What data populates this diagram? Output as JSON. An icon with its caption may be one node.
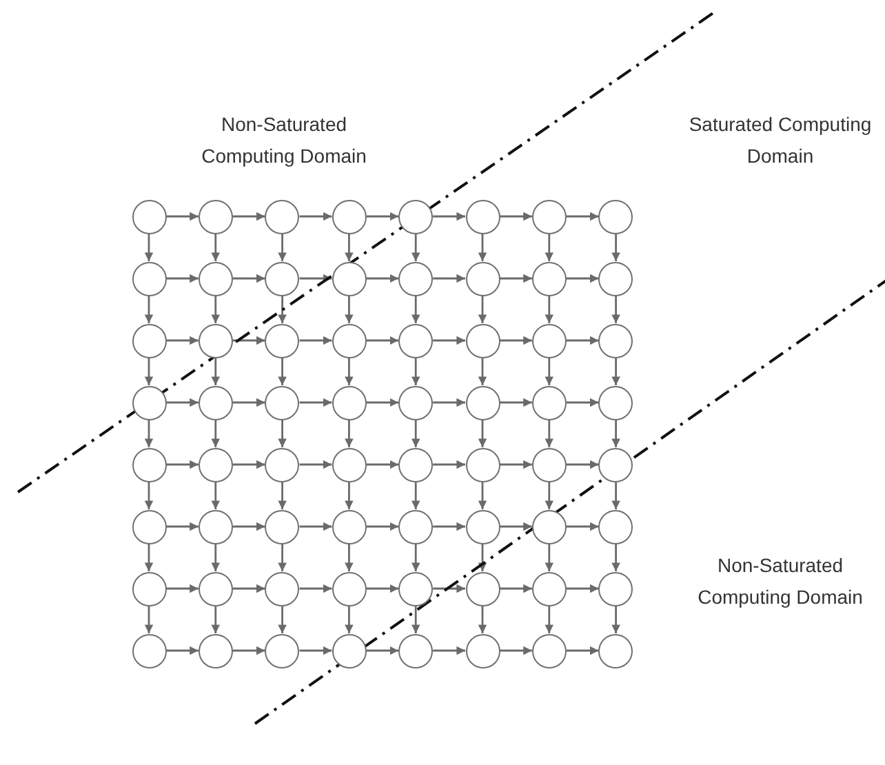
{
  "diagram": {
    "nodes": [
      {
        "text": [],
        "shape": "circle"
      },
      {
        "text": [],
        "shape": "circle"
      },
      {
        "text": [],
        "shape": "circle"
      },
      {
        "text": [],
        "shape": "circle"
      },
      {
        "text": [],
        "shape": "circle"
      },
      {
        "text": [],
        "shape": "circle"
      },
      {
        "text": [],
        "shape": "circle"
      },
      {
        "text": [],
        "shape": "circle"
      },
      {
        "text": [],
        "shape": "circle"
      },
      {
        "text": [],
        "shape": "circle"
      },
      {
        "text": [],
        "shape": "circle"
      },
      {
        "text": [],
        "shape": "circle"
      },
      {
        "text": [],
        "shape": "circle"
      },
      {
        "text": [],
        "shape": "circle"
      },
      {
        "text": [],
        "shape": "circle"
      },
      {
        "text": [],
        "shape": "circle"
      },
      {
        "text": [],
        "shape": "circle"
      },
      {
        "text": [],
        "shape": "circle"
      },
      {
        "text": [],
        "shape": "circle"
      },
      {
        "text": [],
        "shape": "circle"
      },
      {
        "text": [],
        "shape": "circle"
      },
      {
        "text": [],
        "shape": "circle"
      },
      {
        "text": [],
        "shape": "circle"
      },
      {
        "text": [],
        "shape": "circle"
      },
      {
        "text": [],
        "shape": "circle"
      },
      {
        "text": [],
        "shape": "circle"
      },
      {
        "text": [],
        "shape": "circle"
      },
      {
        "text": [],
        "shape": "circle"
      },
      {
        "text": [],
        "shape": "circle"
      },
      {
        "text": [],
        "shape": "circle"
      },
      {
        "text": [],
        "shape": "circle"
      },
      {
        "text": [],
        "shape": "circle"
      },
      {
        "text": [],
        "shape": "circle"
      },
      {
        "text": [],
        "shape": "circle"
      },
      {
        "text": [],
        "shape": "circle"
      },
      {
        "text": [],
        "shape": "circle"
      },
      {
        "text": [],
        "shape": "circle"
      },
      {
        "text": [],
        "shape": "circle"
      },
      {
        "text": [],
        "shape": "circle"
      },
      {
        "text": [],
        "shape": "circle"
      },
      {
        "text": [],
        "shape": "circle"
      },
      {
        "text": [],
        "shape": "circle"
      },
      {
        "text": [],
        "shape": "circle"
      },
      {
        "text": [],
        "shape": "circle"
      },
      {
        "text": [],
        "shape": "circle"
      },
      {
        "text": [],
        "shape": "circle"
      },
      {
        "text": [],
        "shape": "circle"
      },
      {
        "text": [],
        "shape": "circle"
      },
      {
        "text": [],
        "shape": "circle"
      },
      {
        "text": [],
        "shape": "circle"
      },
      {
        "text": [],
        "shape": "circle"
      },
      {
        "text": [],
        "shape": "circle"
      },
      {
        "text": [],
        "shape": "circle"
      },
      {
        "text": [],
        "shape": "circle"
      },
      {
        "text": [],
        "shape": "circle"
      },
      {
        "text": [],
        "shape": "circle"
      },
      {
        "text": [],
        "shape": "circle"
      },
      {
        "text": [],
        "shape": "circle"
      },
      {
        "text": [],
        "shape": "circle"
      },
      {
        "text": [],
        "shape": "circle"
      },
      {
        "text": [],
        "shape": "circle"
      },
      {
        "text": [],
        "shape": "circle"
      },
      {
        "text": [],
        "shape": "circle"
      },
      {
        "text": [],
        "shape": "circle"
      }
    ],
    "edges": [
      {
        "from": 0,
        "to": 1,
        "arrow": "to"
      },
      {
        "from": 0,
        "to": 8,
        "arrow": "to"
      },
      {
        "from": 1,
        "to": 2,
        "arrow": "to"
      },
      {
        "from": 1,
        "to": 9,
        "arrow": "to"
      },
      {
        "from": 2,
        "to": 3,
        "arrow": "to"
      },
      {
        "from": 2,
        "to": 10,
        "arrow": "to"
      },
      {
        "from": 3,
        "to": 4,
        "arrow": "to"
      },
      {
        "from": 3,
        "to": 11,
        "arrow": "to"
      },
      {
        "from": 4,
        "to": 5,
        "arrow": "to"
      },
      {
        "from": 4,
        "to": 12,
        "arrow": "to"
      },
      {
        "from": 5,
        "to": 6,
        "arrow": "to"
      },
      {
        "from": 5,
        "to": 13,
        "arrow": "to"
      },
      {
        "from": 6,
        "to": 7,
        "arrow": "to"
      },
      {
        "from": 6,
        "to": 14,
        "arrow": "to"
      },
      {
        "from": 7,
        "to": 15,
        "arrow": "to"
      },
      {
        "from": 8,
        "to": 9,
        "arrow": "to"
      },
      {
        "from": 8,
        "to": 16,
        "arrow": "to"
      },
      {
        "from": 9,
        "to": 10,
        "arrow": "to"
      },
      {
        "from": 9,
        "to": 17,
        "arrow": "to"
      },
      {
        "from": 10,
        "to": 11,
        "arrow": "to"
      },
      {
        "from": 10,
        "to": 18,
        "arrow": "to"
      },
      {
        "from": 11,
        "to": 12,
        "arrow": "to"
      },
      {
        "from": 11,
        "to": 19,
        "arrow": "to"
      },
      {
        "from": 12,
        "to": 13,
        "arrow": "to"
      },
      {
        "from": 12,
        "to": 20,
        "arrow": "to"
      },
      {
        "from": 13,
        "to": 14,
        "arrow": "to"
      },
      {
        "from": 13,
        "to": 21,
        "arrow": "to"
      },
      {
        "from": 14,
        "to": 15,
        "arrow": "to"
      },
      {
        "from": 14,
        "to": 22,
        "arrow": "to"
      },
      {
        "from": 15,
        "to": 23,
        "arrow": "to"
      },
      {
        "from": 16,
        "to": 17,
        "arrow": "to"
      },
      {
        "from": 16,
        "to": 24,
        "arrow": "to"
      },
      {
        "from": 17,
        "to": 18,
        "arrow": "to"
      },
      {
        "from": 17,
        "to": 25,
        "arrow": "to"
      },
      {
        "from": 18,
        "to": 19,
        "arrow": "to"
      },
      {
        "from": 18,
        "to": 26,
        "arrow": "to"
      },
      {
        "from": 19,
        "to": 20,
        "arrow": "to"
      },
      {
        "from": 19,
        "to": 27,
        "arrow": "to"
      },
      {
        "from": 20,
        "to": 21,
        "arrow": "to"
      },
      {
        "from": 20,
        "to": 28,
        "arrow": "to"
      },
      {
        "from": 21,
        "to": 22,
        "arrow": "to"
      },
      {
        "from": 21,
        "to": 29,
        "arrow": "to"
      },
      {
        "from": 22,
        "to": 23,
        "arrow": "to"
      },
      {
        "from": 22,
        "to": 30,
        "arrow": "to"
      },
      {
        "from": 23,
        "to": 31,
        "arrow": "to"
      },
      {
        "from": 24,
        "to": 25,
        "arrow": "to"
      },
      {
        "from": 24,
        "to": 32,
        "arrow": "to"
      },
      {
        "from": 25,
        "to": 26,
        "arrow": "to"
      },
      {
        "from": 25,
        "to": 33,
        "arrow": "to"
      },
      {
        "from": 26,
        "to": 27,
        "arrow": "to"
      },
      {
        "from": 26,
        "to": 34,
        "arrow": "to"
      },
      {
        "from": 27,
        "to": 28,
        "arrow": "to"
      },
      {
        "from": 27,
        "to": 35,
        "arrow": "to"
      },
      {
        "from": 28,
        "to": 29,
        "arrow": "to"
      },
      {
        "from": 28,
        "to": 36,
        "arrow": "to"
      },
      {
        "from": 29,
        "to": 30,
        "arrow": "to"
      },
      {
        "from": 29,
        "to": 37,
        "arrow": "to"
      },
      {
        "from": 30,
        "to": 31,
        "arrow": "to"
      },
      {
        "from": 30,
        "to": 38,
        "arrow": "to"
      },
      {
        "from": 31,
        "to": 39,
        "arrow": "to"
      },
      {
        "from": 32,
        "to": 33,
        "arrow": "to"
      },
      {
        "from": 32,
        "to": 40,
        "arrow": "to"
      },
      {
        "from": 33,
        "to": 34,
        "arrow": "to"
      },
      {
        "from": 33,
        "to": 41,
        "arrow": "to"
      },
      {
        "from": 34,
        "to": 35,
        "arrow": "to"
      },
      {
        "from": 34,
        "to": 42,
        "arrow": "to"
      },
      {
        "from": 35,
        "to": 36,
        "arrow": "to"
      },
      {
        "from": 35,
        "to": 43,
        "arrow": "to"
      },
      {
        "from": 36,
        "to": 37,
        "arrow": "to"
      },
      {
        "from": 36,
        "to": 44,
        "arrow": "to"
      },
      {
        "from": 37,
        "to": 38,
        "arrow": "to"
      },
      {
        "from": 37,
        "to": 45,
        "arrow": "to"
      },
      {
        "from": 38,
        "to": 39,
        "arrow": "to"
      },
      {
        "from": 38,
        "to": 46,
        "arrow": "to"
      },
      {
        "from": 39,
        "to": 47,
        "arrow": "to"
      },
      {
        "from": 40,
        "to": 41,
        "arrow": "to"
      },
      {
        "from": 40,
        "to": 48,
        "arrow": "to"
      },
      {
        "from": 41,
        "to": 42,
        "arrow": "to"
      },
      {
        "from": 41,
        "to": 49,
        "arrow": "to"
      },
      {
        "from": 42,
        "to": 43,
        "arrow": "to"
      },
      {
        "from": 42,
        "to": 50,
        "arrow": "to"
      },
      {
        "from": 43,
        "to": 44,
        "arrow": "to"
      },
      {
        "from": 43,
        "to": 51,
        "arrow": "to"
      },
      {
        "from": 44,
        "to": 45,
        "arrow": "to"
      },
      {
        "from": 44,
        "to": 52,
        "arrow": "to"
      },
      {
        "from": 45,
        "to": 46,
        "arrow": "to"
      },
      {
        "from": 45,
        "to": 53,
        "arrow": "to"
      },
      {
        "from": 46,
        "to": 47,
        "arrow": "to"
      },
      {
        "from": 46,
        "to": 54,
        "arrow": "to"
      },
      {
        "from": 47,
        "to": 55,
        "arrow": "to"
      },
      {
        "from": 48,
        "to": 49,
        "arrow": "to"
      },
      {
        "from": 48,
        "to": 56,
        "arrow": "to"
      },
      {
        "from": 49,
        "to": 50,
        "arrow": "to"
      },
      {
        "from": 49,
        "to": 57,
        "arrow": "to"
      },
      {
        "from": 50,
        "to": 51,
        "arrow": "to"
      },
      {
        "from": 50,
        "to": 58,
        "arrow": "to"
      },
      {
        "from": 51,
        "to": 52,
        "arrow": "to"
      },
      {
        "from": 51,
        "to": 59,
        "arrow": "to"
      },
      {
        "from": 52,
        "to": 53,
        "arrow": "to"
      },
      {
        "from": 52,
        "to": 60,
        "arrow": "to"
      },
      {
        "from": 53,
        "to": 54,
        "arrow": "to"
      },
      {
        "from": 53,
        "to": 61,
        "arrow": "to"
      },
      {
        "from": 54,
        "to": 55,
        "arrow": "to"
      },
      {
        "from": 54,
        "to": 62,
        "arrow": "to"
      },
      {
        "from": 55,
        "to": 63,
        "arrow": "to"
      },
      {
        "from": 56,
        "to": 57,
        "arrow": "to"
      },
      {
        "from": 57,
        "to": 58,
        "arrow": "to"
      },
      {
        "from": 58,
        "to": 59,
        "arrow": "to"
      },
      {
        "from": 59,
        "to": 60,
        "arrow": "to"
      },
      {
        "from": 60,
        "to": 61,
        "arrow": "to"
      },
      {
        "from": 61,
        "to": 62,
        "arrow": "to"
      },
      {
        "from": 62,
        "to": 63,
        "arrow": "to"
      }
    ],
    "labels": [
      "Non-Saturated Computing Domain",
      "Saturated Computing Domain",
      "Non-Saturated Computing Domain"
    ]
  }
}
